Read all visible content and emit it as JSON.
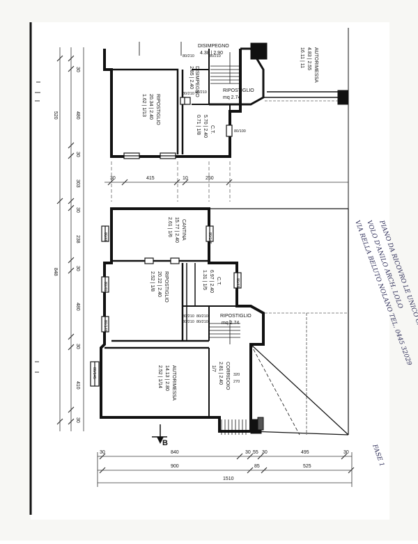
{
  "drawing": {
    "marker": "B",
    "rooms_upper": {
      "disimpegno_title": "DISIMPEGNO",
      "disimpegno_dims": "4.38 | 2.90",
      "disimpegno_small_title": "DISIMPEGNO",
      "disimpegno_small_dims": "2.85 | 2.40",
      "autorimessa_title": "AUTORIMESSA",
      "autorimessa_dims": "4.83 | 2.55",
      "autorimessa_area": "16.11 | 11",
      "ripostiglio_big_title": "RIPOSTIGLIO",
      "ripostiglio_big_dims": "20.34 | 2.40",
      "ripostiglio_big_area": "1.62 | 1/13",
      "ripostiglio_small_title": "RIPOSTIGLIO",
      "ripostiglio_small_area": "mq 2.74",
      "ct_title": "C.T.",
      "ct_dims": "5.70 | 2.40",
      "ct_area": "0.71 | 1/8"
    },
    "rooms_lower": {
      "cantina_title": "CANTINA",
      "cantina_dims": "15.77 | 2.40",
      "cantina_area": "2.61 | 1/6",
      "ripostiglio_title": "RIPOSTIGLIO",
      "ripostiglio_dims": "20.22 | 2.40",
      "ripostiglio_area": "2.52 | 1/8",
      "ct_title": "C.T.",
      "ct_dims": "6.97 | 2.40",
      "ct_area": "1.31 | 1/5",
      "ripostiglio_small_title": "RIPOSTIGLIO",
      "ripostiglio_small_area": "mq 2.74",
      "corridoio_title": "CORRIDOIO",
      "corridoio_dims": "2.81 | 2.40",
      "corridoio_area": "1/7",
      "autorimessa_title": "AUTORIMESSA",
      "autorimessa_dims": "14.13 | 2.80",
      "autorimessa_area": "2.52 | 1/14"
    },
    "left_dims": [
      "30",
      "520",
      "480",
      "30",
      "303",
      "30",
      "238",
      "30",
      "848",
      "480",
      "30",
      "410",
      "30"
    ],
    "middle_dims": [
      "30",
      "415",
      "10",
      "250"
    ],
    "bottom_row1": [
      "30",
      "840",
      "30",
      "55",
      "30",
      "495",
      "30"
    ],
    "bottom_row2": [
      "900",
      "85",
      "525"
    ],
    "bottom_total": "1510",
    "windows": [
      "80/210",
      "80/210",
      "80/210",
      "80/210",
      "80/100",
      "80/45",
      "80/145",
      "80/45",
      "80/145",
      "80/45",
      "80/145",
      "80/145",
      "80/145",
      "80/210",
      "80/210",
      "80/210",
      "80/210",
      "30/145"
    ],
    "misc_labels": [
      "320",
      "270"
    ],
    "handwriting": {
      "line1": "PIANO DA RICOVRO LE UNICO CATTE PROGETTO",
      "line2": "VOLO D'ANILO ARCH. LOLO",
      "line3": "VIA RELLA BELUTO NOLANO TEL. 0445 32029",
      "line4": "FASE 1"
    }
  }
}
